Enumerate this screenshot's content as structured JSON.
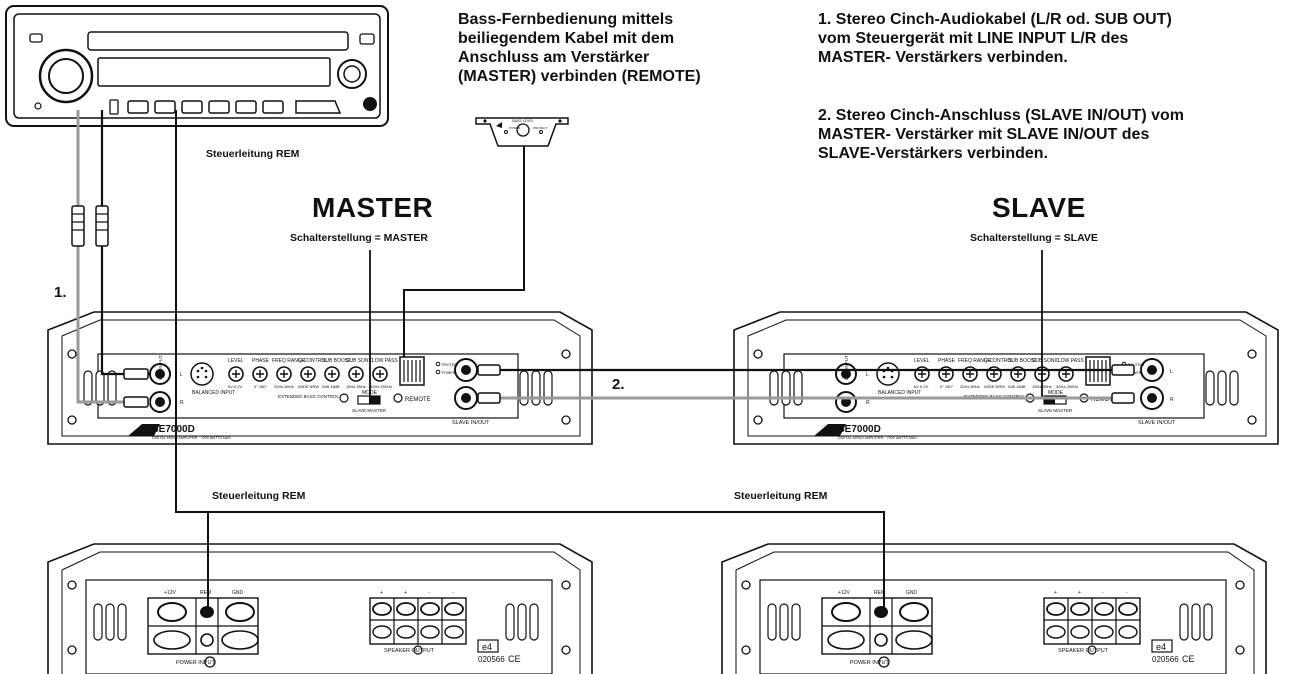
{
  "notes": {
    "remote_note": [
      "Bass-Fernbedienung mittels",
      "beiliegendem Kabel mit dem",
      "Anschluss am Verstärker",
      "(MASTER) verbinden (REMOTE)"
    ],
    "step1": [
      "1. Stereo Cinch-Audiokabel (L/R od. SUB OUT)",
      "vom Steuergerät mit LINE INPUT L/R des",
      "MASTER- Verstärkers verbinden."
    ],
    "step2": [
      "2. Stereo Cinch-Anschluss (SLAVE IN/OUT) vom",
      "MASTER- Verstärker mit SLAVE IN/OUT des",
      "SLAVE-Verstärkers verbinden."
    ]
  },
  "labels": {
    "rem_top": "Steuerleitung REM",
    "rem_left": "Steuerleitung REM",
    "rem_right": "Steuerleitung REM",
    "master_title": "MASTER",
    "master_switch": "Schalterstellung = MASTER",
    "slave_title": "SLAVE",
    "slave_switch": "Schalterstellung = SLAVE",
    "marker1": "1.",
    "marker2": "2."
  },
  "amp_panel": {
    "model": "SE7000D",
    "subtitle": "DIGITAL MONO AMPLIFIER · 7000 WATTS MAX.",
    "line_input": "LINE INPUT",
    "balanced_input": "BALANCED INPUT",
    "knobs": [
      {
        "title": "LEVEL",
        "range": "6V  0.2V"
      },
      {
        "title": "PHASE",
        "range": "0°  180°"
      },
      {
        "title": "FREQ RANGE",
        "range": "20Hz  80Hz"
      },
      {
        "title": "Q-CONTROL",
        "range": "WIDE  NRW"
      },
      {
        "title": "SUB BOOST",
        "range": "0dB  18dB"
      },
      {
        "title": "SUB SONIC",
        "range": "15Hz  55Hz"
      },
      {
        "title": "LOW PASS",
        "range": "30Hz  250Hz"
      }
    ],
    "extended_bass": "EXTENDED BASS CONTROL",
    "mode": "MODE",
    "mode_options": "SLAVE  MASTER",
    "remote": "REMOTE",
    "protect": "PROTECT",
    "power": "POWER",
    "slave_inout": "SLAVE IN/OUT",
    "ch_l": "L",
    "ch_r": "R"
  },
  "power_panel": {
    "terminals": [
      "+12V",
      "REM",
      "GND"
    ],
    "power_input": "POWER  INPUT",
    "speaker_signs": [
      "+",
      "+",
      "-",
      "-"
    ],
    "speaker_output": "SPEAKER  OUTPUT",
    "cert_mark": "e4",
    "cert_number": "020566",
    "ce": "CE"
  },
  "remote_unit": {
    "label": "BASS LEVEL",
    "power": "POWER",
    "protect": "PROTECT"
  },
  "colors": {
    "line": "#111111",
    "cable_gray": "#9a9a9a",
    "panel_fill": "#ffffff"
  }
}
